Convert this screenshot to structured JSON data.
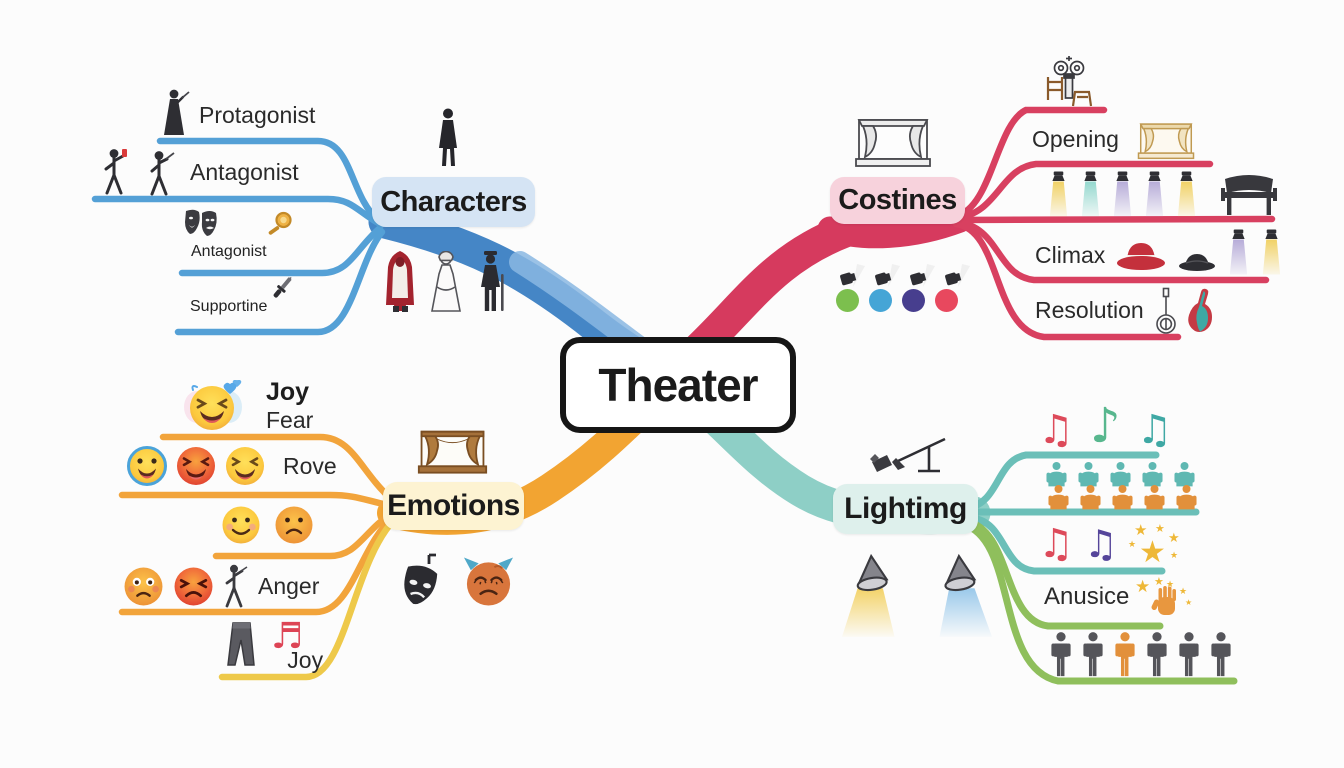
{
  "center": {
    "label": "Theater"
  },
  "branches": {
    "characters": {
      "label": "Characters",
      "box_color": "#d5e4f4",
      "branch_color": "#4586c6",
      "branch_light_color": "#8ab7e2",
      "line_color": "#54a0d6",
      "children": [
        {
          "label": "Protagonist",
          "icons": [
            "robed-actor"
          ]
        },
        {
          "label": "Antagonist",
          "icons": [
            "actor-red-prop",
            "actor-wand"
          ]
        },
        {
          "label": "Antagonist",
          "icons": [
            "theater-masks",
            "gold-magnifier"
          ]
        },
        {
          "label": "Supportine",
          "icons": [
            "dagger"
          ]
        }
      ],
      "decor": {
        "figure": [
          "standing-figure"
        ],
        "costumes": [
          "red-cloak",
          "white-dress",
          "black-suit"
        ]
      }
    },
    "costumes": {
      "label": "Costines",
      "box_color": "#f7d2dc",
      "branch_color": "#d63a5e",
      "line_color": "#d84060",
      "children": [
        {
          "label": "Opening",
          "icons": [
            "tan-stage"
          ]
        },
        {
          "label": "Climax",
          "icons": [
            "red-hat",
            "black-hat",
            "beam-purple",
            "beam-yellow"
          ]
        },
        {
          "label": "Resolution",
          "icons": [
            "banjo",
            "lute"
          ]
        }
      ],
      "decor": {
        "stage": [
          "sketch-stage"
        ],
        "projector": [
          "projector"
        ],
        "lights_row": [
          "beam-yellow",
          "beam-teal",
          "beam-purple",
          "beam-purple",
          "beam-yellow",
          "bench"
        ],
        "spotlights": [
          "spotlight-black",
          "spotlight-black",
          "spotlight-black",
          "spotlight-black"
        ],
        "dot_colors": [
          "#7cbf4e",
          "#45a5d6",
          "#473e8e",
          "#e8485e"
        ]
      }
    },
    "emotions": {
      "label": "Emotions",
      "box_color": "#fdf3d2",
      "branch_color": "#f2a432",
      "line_color": "#f2a43b",
      "line_color_alt": "#eec94a",
      "children": [
        {
          "label": "Joy",
          "sublabel": "Fear",
          "icons": [
            "laugh-hearts"
          ]
        },
        {
          "label": "Rove",
          "icons": [
            "grin-blue",
            "laugh-red",
            "laugh-yellow"
          ]
        },
        {
          "label": "",
          "icons": [
            "smile-soft",
            "frown-soft"
          ]
        },
        {
          "label": "Anger",
          "icons": [
            "worried",
            "angry-red",
            "stick-actor"
          ]
        },
        {
          "label": "Joy",
          "icons": [
            "jeans",
            "note-red-sm"
          ]
        }
      ],
      "decor": {
        "stage": [
          "brown-stage"
        ],
        "masks": [
          "tragedy-mask",
          "devil-sad"
        ]
      }
    },
    "lighting": {
      "label": "Lightimg",
      "box_color": "#def0ec",
      "branch_color": "#8ecfc6",
      "line_color": "#6bbfb8",
      "line_color_alt": "#8fbf5c",
      "children": [
        {
          "label": "",
          "icons": [
            "note-red",
            "note-green",
            "note-teal"
          ]
        },
        {
          "label": "",
          "icons_top": [
            "person-teal",
            "person-teal",
            "person-teal",
            "person-teal",
            "person-teal"
          ],
          "icons_bottom": [
            "person-orange",
            "person-orange",
            "person-orange",
            "person-orange",
            "person-orange"
          ]
        },
        {
          "label": "",
          "icons": [
            "note-red",
            "note-purple",
            "star-cluster"
          ]
        },
        {
          "label": "Anusice",
          "icons": [
            "star-hand"
          ]
        },
        {
          "label": "",
          "icons": [
            "person-gray",
            "person-gray",
            "person-orange-full",
            "person-gray",
            "person-gray",
            "person-gray"
          ]
        }
      ],
      "decor": {
        "boom": [
          "spotlight-boom"
        ],
        "cones": [
          "cone-spot-yellow",
          "cone-spot-blue"
        ]
      }
    }
  }
}
